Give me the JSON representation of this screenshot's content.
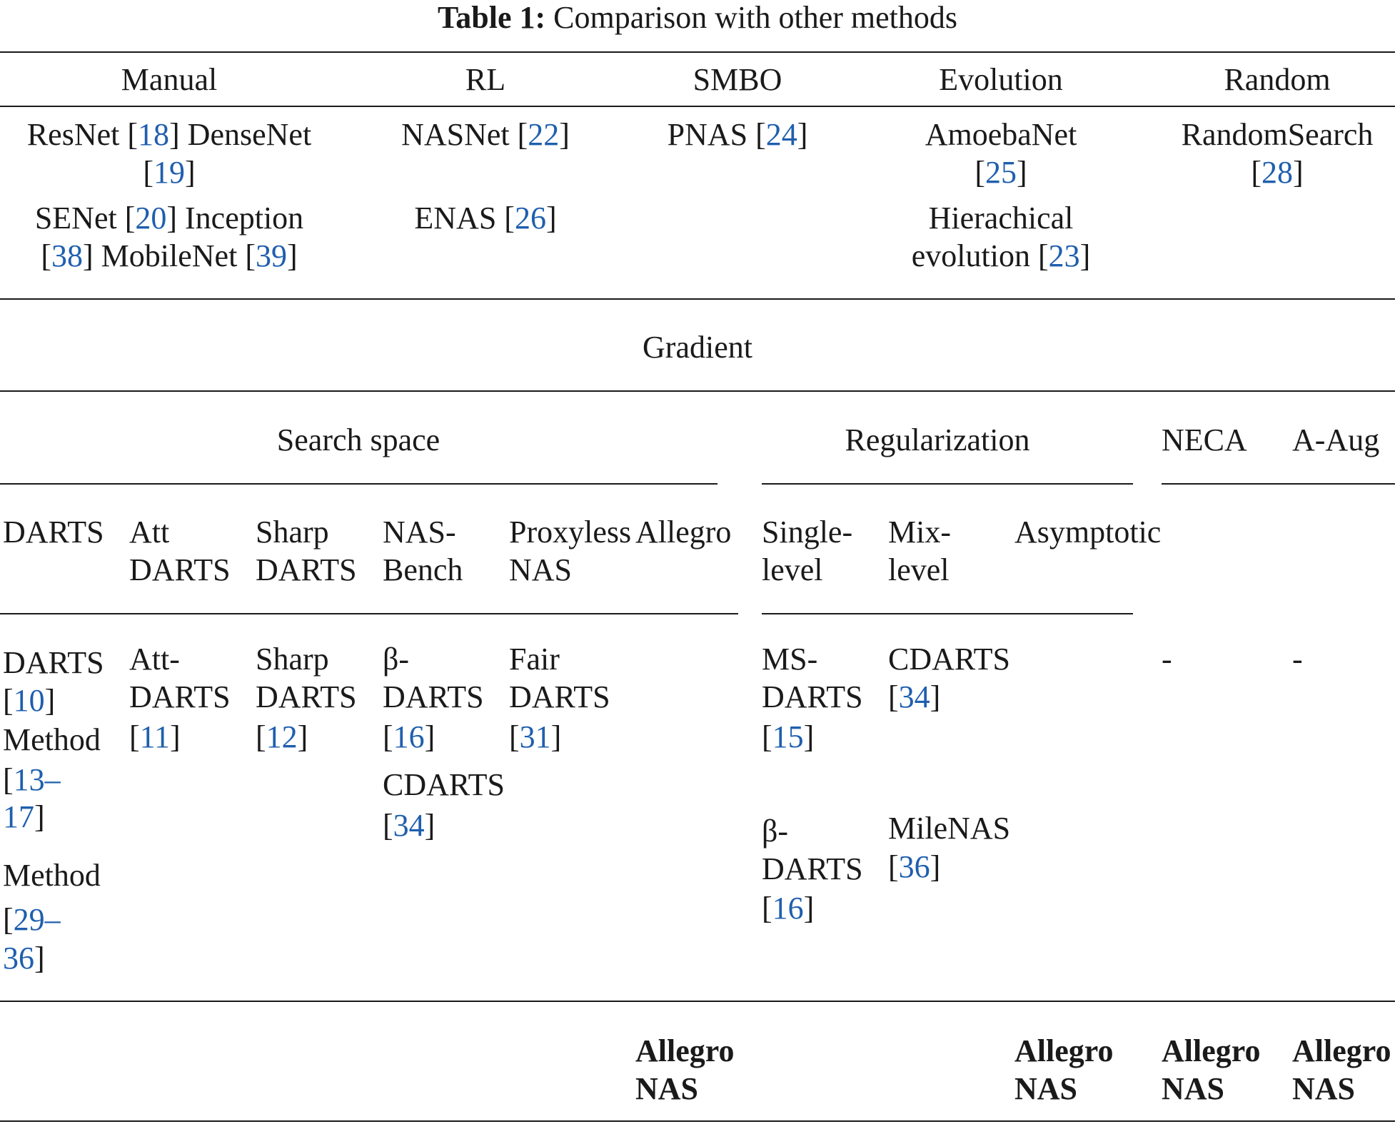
{
  "caption": {
    "label": "Table 1:",
    "text": "Comparison with other methods"
  },
  "top_header": [
    "Manual",
    "RL",
    "SMBO",
    "Evolution",
    "Random"
  ],
  "top_rows": {
    "manual": {
      "l1": {
        "a": "ResNet [",
        "r1": "18",
        "b": "] DenseNet"
      },
      "l2": {
        "a": "[",
        "r1": "19",
        "b": "]"
      },
      "l3": {
        "a": "SENet [",
        "r1": "20",
        "b": "] Inception"
      },
      "l4": {
        "a": "[",
        "r1": "38",
        "b": "] MobileNet [",
        "r2": "39",
        "c": "]"
      }
    },
    "rl": {
      "l1": {
        "a": "NASNet [",
        "r1": "22",
        "b": "]"
      },
      "l2": {
        "a": "ENAS [",
        "r1": "26",
        "b": "]"
      }
    },
    "smbo": {
      "l1": {
        "a": "PNAS [",
        "r1": "24",
        "b": "]"
      }
    },
    "evolution": {
      "l1": "AmoebaNet",
      "l2": {
        "a": "[",
        "r1": "25",
        "b": "]"
      },
      "l3": "Hierachical",
      "l4": {
        "a": "evolution [",
        "r1": "23",
        "b": "]"
      }
    },
    "random": {
      "l1": "RandomSearch",
      "l2": {
        "a": "[",
        "r1": "28",
        "b": "]"
      }
    }
  },
  "gradient_label": "Gradient",
  "groups": {
    "search_space": "Search space",
    "regularization": "Regularization",
    "neca": "NECA",
    "aaug": "A-Aug"
  },
  "sub_headers": {
    "darts": "DARTS",
    "att": [
      "Att",
      "DARTS"
    ],
    "sharp": [
      "Sharp",
      "DARTS"
    ],
    "nasbench": [
      "NAS-",
      "Bench"
    ],
    "proxyless": [
      "Proxyless",
      "NAS"
    ],
    "allegro": "Allegro",
    "single": [
      "Single-",
      "level"
    ],
    "mix": [
      "Mix-",
      "level"
    ],
    "asymptotic": "Asymptotic"
  },
  "methods": {
    "darts": {
      "l1": "DARTS",
      "l2": {
        "a": "[",
        "r1": "10",
        "b": "]"
      },
      "l3": "Method",
      "l4": {
        "a": "[",
        "r1": "13–"
      },
      "l5": {
        "r1": "17",
        "b": "]"
      },
      "l6": "Method",
      "l7": {
        "a": "[",
        "r1": "29–"
      },
      "l8": {
        "r1": "36",
        "b": "]"
      }
    },
    "att": {
      "l1": "Att-",
      "l2": "DARTS",
      "l3": {
        "a": "[",
        "r1": "11",
        "b": "]"
      }
    },
    "sharp": {
      "l1": "Sharp",
      "l2": "DARTS",
      "l3": {
        "a": "[",
        "r1": "12",
        "b": "]"
      }
    },
    "nasbench": {
      "l1": "β-",
      "l2": "DARTS",
      "l3": {
        "a": "[",
        "r1": "16",
        "b": "]"
      },
      "l4": "CDARTS",
      "l5": {
        "a": "[",
        "r1": "34",
        "b": "]"
      }
    },
    "proxyless": {
      "l1": "Fair",
      "l2": "DARTS",
      "l3": {
        "a": "[",
        "r1": "31",
        "b": "]"
      }
    },
    "single": {
      "l1": "MS-",
      "l2": "DARTS",
      "l3": {
        "a": "[",
        "r1": "15",
        "b": "]"
      },
      "l4": "β-",
      "l5": "DARTS",
      "l6": {
        "a": "[",
        "r1": "16",
        "b": "]"
      }
    },
    "mix": {
      "l1": "CDARTS",
      "l2": {
        "a": "[",
        "r1": "34",
        "b": "]"
      },
      "l3": "MileNAS",
      "l4": {
        "a": "[",
        "r1": "36",
        "b": "]"
      }
    },
    "neca": "-",
    "aaug": "-"
  },
  "ours": {
    "line1": "Allegro",
    "line2": "NAS"
  }
}
